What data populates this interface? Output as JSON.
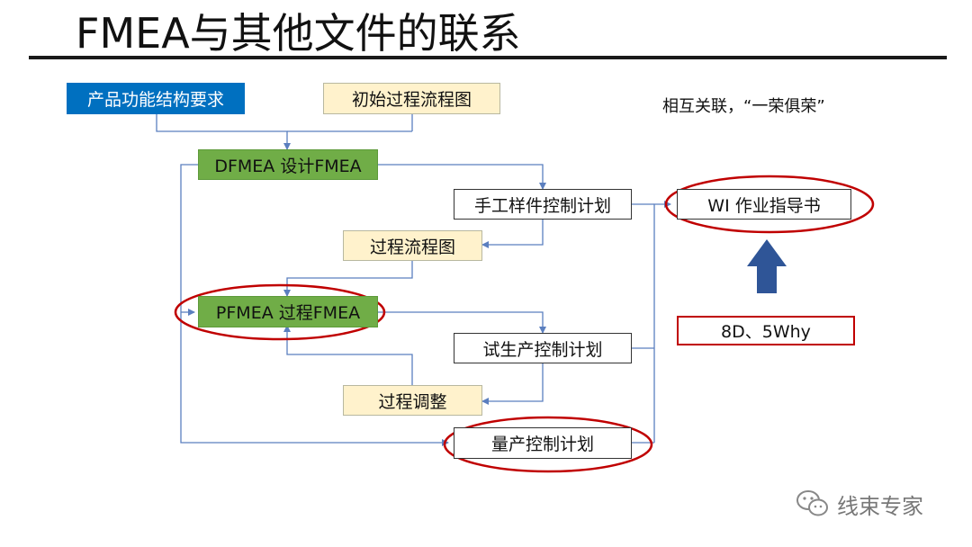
{
  "title": "FMEA与其他文件的联系",
  "boxes": {
    "product_req": "产品功能结构要求",
    "initial_flow": "初始过程流程图",
    "dfmea": "DFMEA 设计FMEA",
    "manual_sample_plan": "手工样件控制计划",
    "process_flow": "过程流程图",
    "pfmea": "PFMEA 过程FMEA",
    "trial_plan": "试生产控制计划",
    "process_adjust": "过程调整",
    "mass_plan": "量产控制计划",
    "wi": "WI 作业指导书",
    "eight_d": "8D、5Why"
  },
  "note": "相互关联，“一荣俱荣”",
  "watermark": "线束专家",
  "colors": {
    "blue": "#0070c0",
    "yellow": "#fff2cc",
    "green": "#70ad47",
    "connector": "#5b7fbf",
    "highlight_red": "#c00000",
    "up_arrow": "#2f5597"
  },
  "icons": [
    "wechat-icon",
    "up-arrow"
  ]
}
